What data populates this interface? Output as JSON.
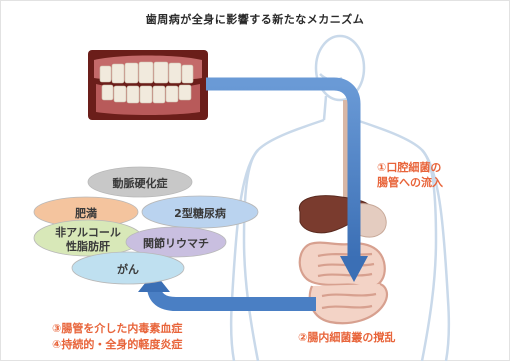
{
  "title": "歯周病が全身に影響する新たなメカニズム",
  "diseases": {
    "arteriosclerosis": "動脈硬化症",
    "obesity": "肥満",
    "diabetes": "2型糖尿病",
    "nafld_line1": "非アルコール",
    "nafld_line2": "性脂肪肝",
    "rheumatoid": "関節リウマチ",
    "cancer": "がん"
  },
  "steps": {
    "step1_line1": "①口腔細菌の",
    "step1_line2": "腸管への流入",
    "step2": "②腸内細菌叢の撹乱",
    "step3": "③腸管を介した内毒素血症",
    "step4": "④持続的・全身的軽度炎症"
  },
  "colors": {
    "arrow": "#4a7fc4",
    "body_outline": "#c9d9ea",
    "accent_text": "#e8643a"
  }
}
